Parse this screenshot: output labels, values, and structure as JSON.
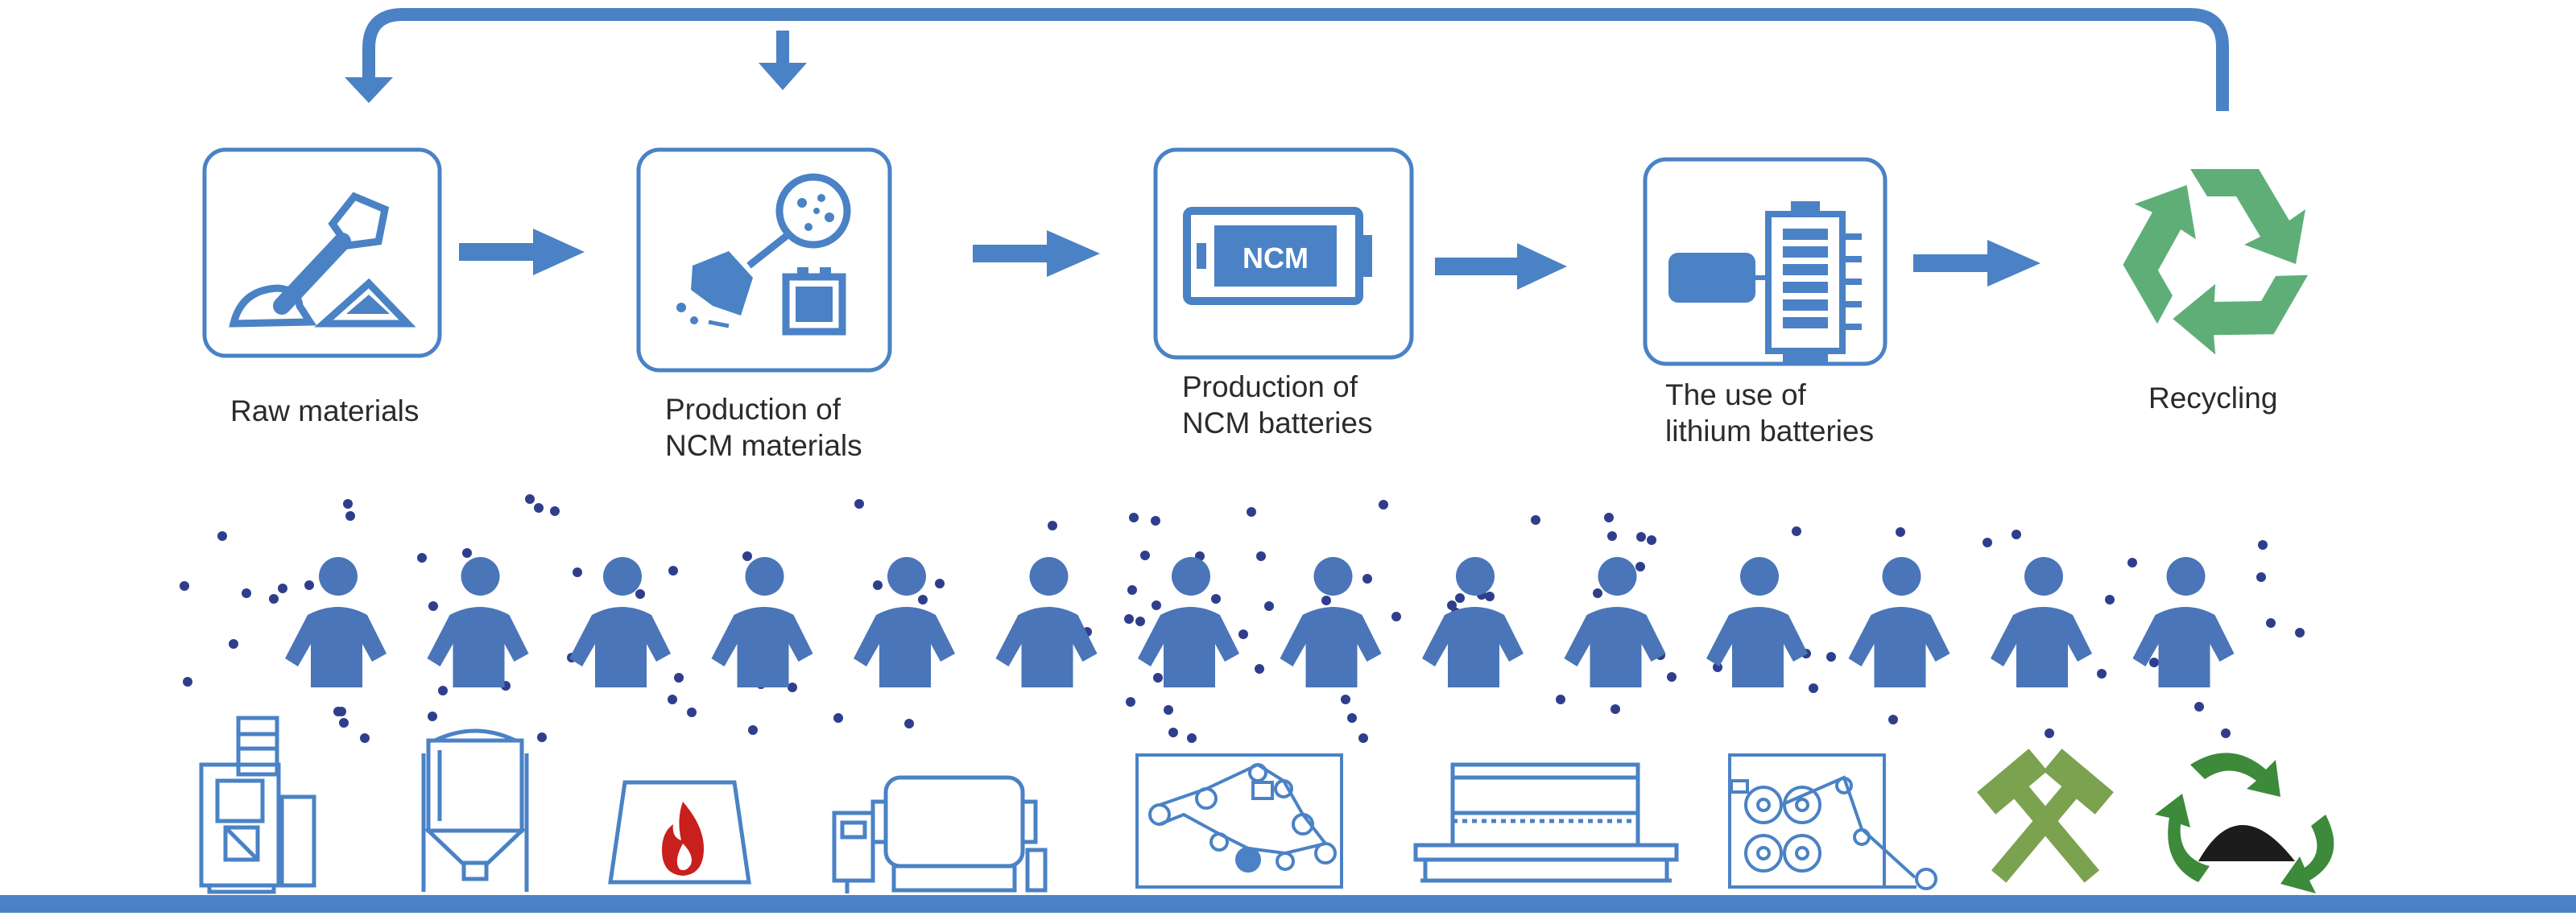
{
  "colors": {
    "primary_blue": "#4a82c5",
    "person_blue": "#4a75b8",
    "dot_navy": "#2f3e8c",
    "flame_red": "#c8201c",
    "recycle_green": "#5fae78",
    "hammer_green": "#7ba24f",
    "dark_green": "#3c8a3a",
    "black_powder": "#1c1c1c"
  },
  "stages": [
    {
      "id": "raw-materials",
      "icon": "shovel-pile-icon",
      "label_lines": [
        "Raw materials"
      ]
    },
    {
      "id": "ncm-materials",
      "icon": "magnifier-powder-icon",
      "label_lines": [
        "Production of",
        "NCM materials"
      ]
    },
    {
      "id": "ncm-batteries",
      "icon": "battery-ncm-icon",
      "label_lines": [
        "Production of",
        "NCM batteries"
      ],
      "battery_text": "NCM"
    },
    {
      "id": "lithium-use",
      "icon": "battery-pack-icon",
      "label_lines": [
        "The use of",
        "lithium batteries"
      ]
    },
    {
      "id": "recycling",
      "icon": "recycle-icon",
      "label_lines": [
        "Recycling"
      ]
    }
  ],
  "workers": {
    "count": 14,
    "icon": "worker-person-icon"
  },
  "equipment": [
    "crusher-machine-icon",
    "hopper-silo-icon",
    "furnace-flame-icon",
    "mixer-drum-icon",
    "coating-machine-icon",
    "oven-line-icon",
    "winding-machine-icon",
    "crossed-hammers-icon",
    "recycled-powder-icon"
  ],
  "feedback_arrow": {
    "from": "recycling",
    "to": [
      "raw-materials",
      "ncm-materials"
    ]
  }
}
